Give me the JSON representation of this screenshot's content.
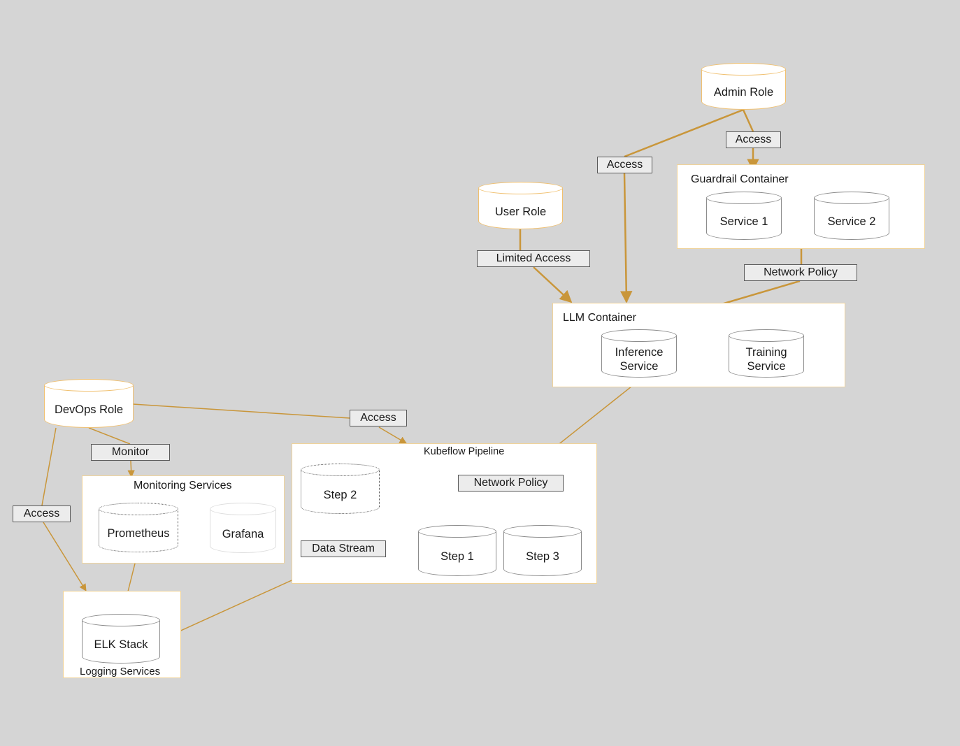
{
  "nodes": {
    "admin_role": "Admin Role",
    "user_role": "User Role",
    "devops_role": "DevOps Role",
    "service_1": "Service 1",
    "service_2": "Service 2",
    "inference_service": "Inference\nService",
    "training_service": "Training\nService",
    "step_1": "Step 1",
    "step_2": "Step 2",
    "step_3": "Step 3",
    "prometheus": "Prometheus",
    "grafana": "Grafana",
    "elk_stack": "ELK Stack"
  },
  "groups": {
    "guardrail_container": "Guardrail Container",
    "llm_container": "LLM Container",
    "kubeflow_pipeline": "Kubeflow Pipeline",
    "monitoring_services": "Monitoring Services",
    "logging_services": "Logging Services"
  },
  "edge_labels": {
    "admin_access_guardrail": "Access",
    "admin_access_llm": "Access",
    "user_limited_access": "Limited Access",
    "guardrail_network_policy": "Network Policy",
    "devops_access_kubeflow": "Access",
    "devops_monitor": "Monitor",
    "devops_access_logging": "Access",
    "kubeflow_network_policy": "Network Policy",
    "data_stream": "Data Stream"
  },
  "colors": {
    "background": "#d5d5d5",
    "edge": "#c9963a",
    "group_border": "#f0d39a",
    "role_border": "#f0c070",
    "label_fill": "#ececec"
  }
}
